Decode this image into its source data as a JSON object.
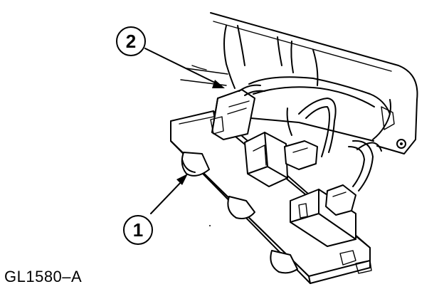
{
  "figure": {
    "id_label": "GL1580–A"
  },
  "callouts": [
    {
      "number": "1"
    },
    {
      "number": "2"
    }
  ]
}
